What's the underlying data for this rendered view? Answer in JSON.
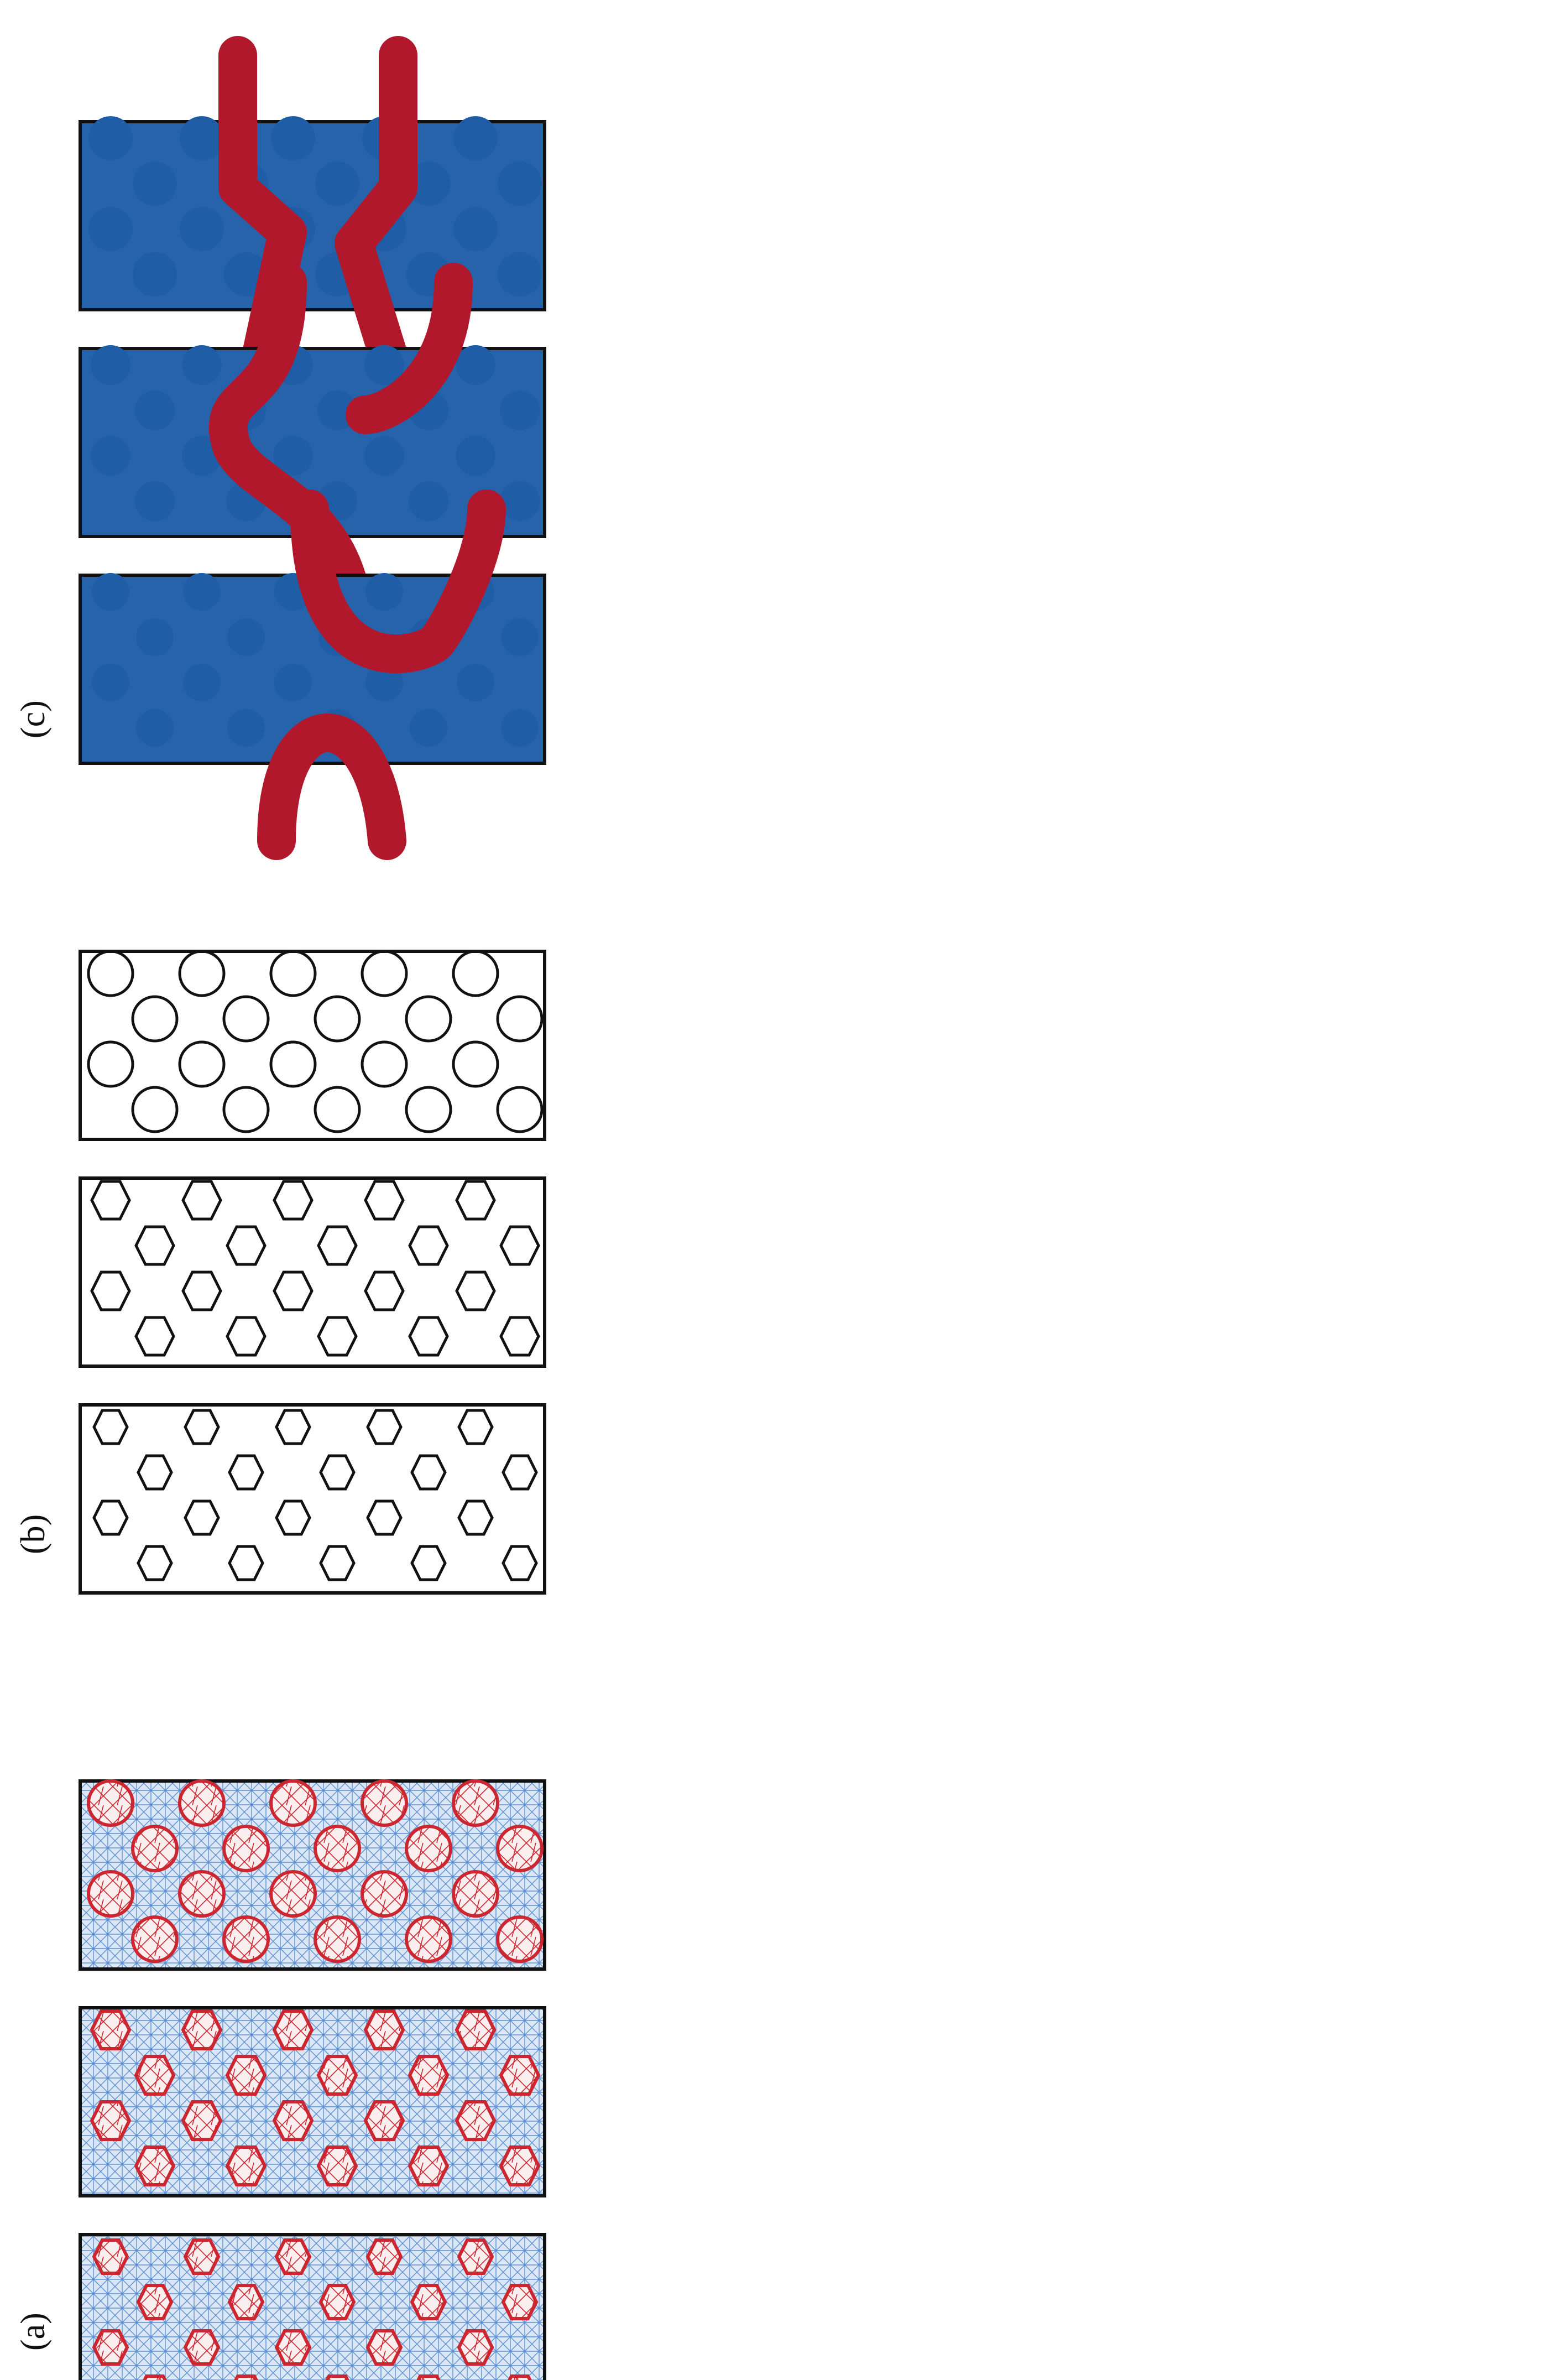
{
  "labels": {
    "a": "(a)",
    "b": "(b)",
    "c": "(c)"
  },
  "colors": {
    "mesh_fluid": "#5b8fd1",
    "mesh_fluid_bg": "#cfe0f3",
    "mesh_solid": "#cc2630",
    "field_low": "#2663ab",
    "field_mid": "#f7f7f7",
    "field_high": "#b2182b",
    "outline": "#111111"
  },
  "rows": [
    {
      "group": "c",
      "stage": 1
    },
    {
      "group": "c",
      "stage": 2
    },
    {
      "group": "c",
      "stage": 3
    },
    {
      "group": "b",
      "stage": 1
    },
    {
      "group": "b",
      "stage": 2
    },
    {
      "group": "b",
      "stage": 3
    },
    {
      "group": "a",
      "stage": 1
    },
    {
      "group": "a",
      "stage": 2
    },
    {
      "group": "a",
      "stage": 3
    }
  ]
}
